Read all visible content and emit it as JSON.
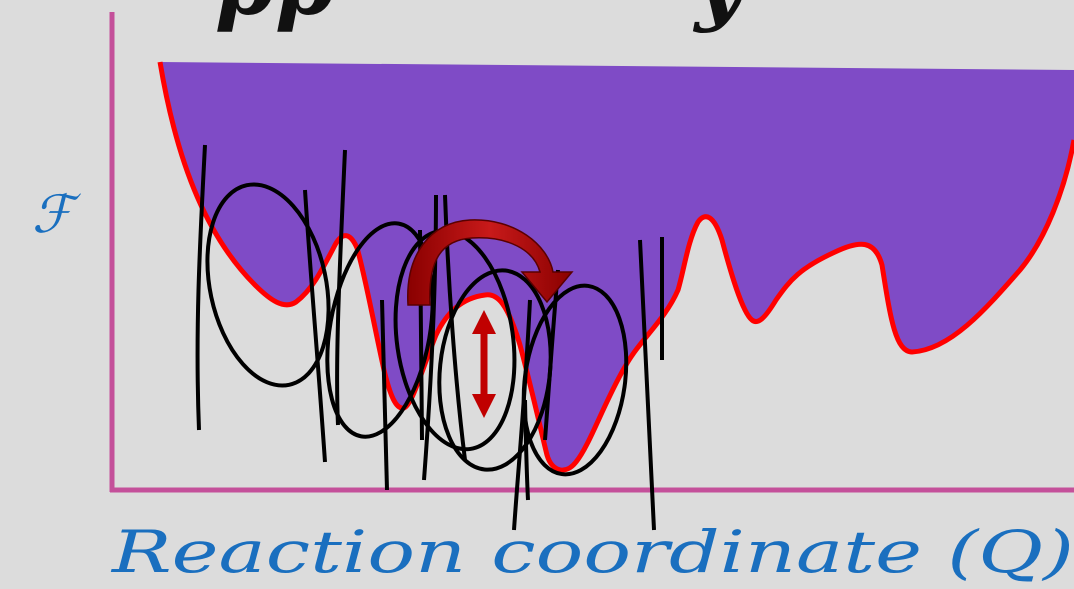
{
  "slide": {
    "title_fragment": "pp            y",
    "y_axis_label": "ℱ",
    "x_axis_label": "Reaction coordinate (Q)"
  },
  "colors": {
    "background": "#dcdcdc",
    "landscape_fill": "#7f4bc6",
    "landscape_outline": "#ff0000",
    "axis": "#c4509a",
    "label_text": "#1a6fbf",
    "title_text": "#111111",
    "wave_lines": "#000000",
    "arrow": "#c00000"
  }
}
